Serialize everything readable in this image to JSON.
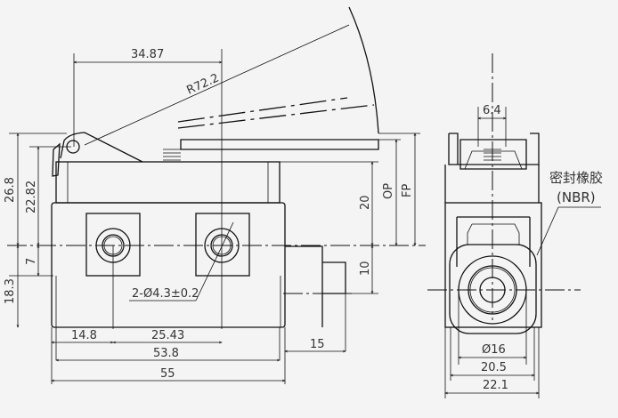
{
  "dimensions": {
    "lever_pivot_to_hole": "34.87",
    "lever_radius": "R72.2",
    "total_height": "26.8",
    "pivot_height": "22.82",
    "hole_offset": "7",
    "lower_height": "18.3",
    "housing_height": "20",
    "op": "OP",
    "fp": "FP",
    "boss_height": "10",
    "mount_holes": "2-Ø4.3±0.2",
    "hole_edge": "14.8",
    "hole_spacing": "25.43",
    "body_width": "53.8",
    "overall_width": "55",
    "boss_length": "15",
    "plunger_width": "6.4",
    "boss_diameter": "Ø16",
    "side_inner_width": "20.5",
    "side_width": "22.1"
  },
  "annotation": {
    "seal_label": "密封橡胶",
    "seal_material": "(NBR)"
  }
}
